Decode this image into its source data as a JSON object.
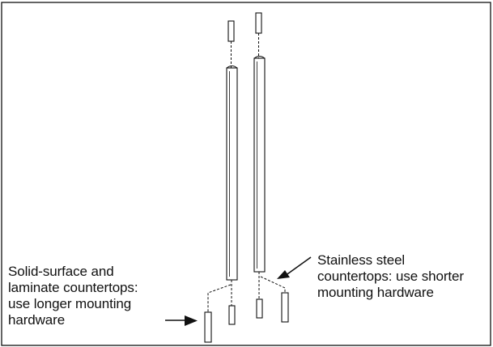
{
  "callouts": {
    "left": {
      "lines": [
        "Solid-surface and",
        "laminate countertops:",
        "use longer mounting",
        "hardware"
      ]
    },
    "right": {
      "lines": [
        "Stainless steel",
        "countertops: use shorter",
        "mounting hardware"
      ]
    }
  },
  "colors": {
    "ink": "#111111",
    "background": "#ffffff"
  }
}
